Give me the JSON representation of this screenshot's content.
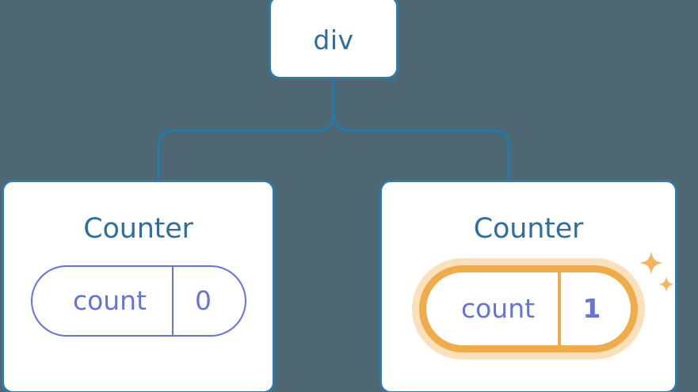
{
  "diagram": {
    "type": "component-tree",
    "background_color": "#4d6872",
    "node_border_color": "#2e7aaa",
    "connector_color": "#2878a8",
    "text_color": "#2e6f9e",
    "state_color": "#6574d8",
    "highlight_color": "#f0ab4a",
    "highlight_glow_color": "#fae0bb"
  },
  "root": {
    "label": "div"
  },
  "children": [
    {
      "title": "Counter",
      "state": {
        "key": "count",
        "value": "0"
      },
      "highlighted": false
    },
    {
      "title": "Counter",
      "state": {
        "key": "count",
        "value": "1"
      },
      "highlighted": true,
      "sparkle_icons": [
        "sparkle-large",
        "sparkle-small"
      ]
    }
  ]
}
